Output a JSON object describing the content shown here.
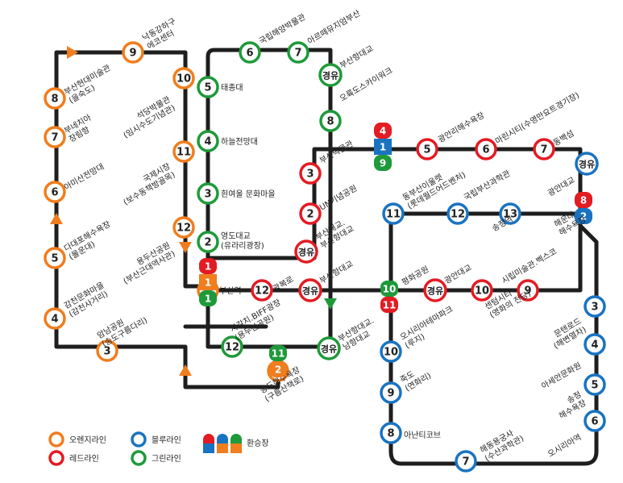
{
  "colors": {
    "orange": "#f07d1e",
    "red": "#e31b23",
    "blue": "#1a73c1",
    "green": "#1e9a3a",
    "track": "#1e1e1e"
  },
  "legend": {
    "orange": "오렌지라인",
    "red": "레드라인",
    "blue": "블루라인",
    "green": "그린라인",
    "transfer": "환승장"
  },
  "via_label": "경유",
  "stations": [
    {
      "id": "o1",
      "line": "orange",
      "num": "1",
      "name": "부산역"
    },
    {
      "id": "o2",
      "line": "orange",
      "num": "2",
      "name": "송도해수욕장\n(구름산책로)"
    },
    {
      "id": "o3",
      "line": "orange",
      "num": "3",
      "name": "암남공원\n(송도구름다리)"
    },
    {
      "id": "o4",
      "line": "orange",
      "num": "4",
      "name": "감천문화마을\n(감천사거리)"
    },
    {
      "id": "o5",
      "line": "orange",
      "num": "5",
      "name": "다대포해수욕장\n(몰운대)"
    },
    {
      "id": "o6",
      "line": "orange",
      "num": "6",
      "name": "아미산전망대"
    },
    {
      "id": "o7",
      "line": "orange",
      "num": "7",
      "name": "부네치아\n장림항"
    },
    {
      "id": "o8",
      "line": "orange",
      "num": "8",
      "name": "부산현대미술관\n(을숙도)"
    },
    {
      "id": "o9",
      "line": "orange",
      "num": "9",
      "name": "낙동강하구\n에코센터"
    },
    {
      "id": "o10",
      "line": "orange",
      "num": "10",
      "name": "석당박물관\n(임시수도기념관)"
    },
    {
      "id": "o11",
      "line": "orange",
      "num": "11",
      "name": "국제시장\n(보수동책방골목)"
    },
    {
      "id": "o12",
      "line": "orange",
      "num": "12",
      "name": "용두산공원\n(부산근대역사관)"
    },
    {
      "id": "r2",
      "line": "red",
      "num": "2",
      "name": "UN기념공원"
    },
    {
      "id": "r3",
      "line": "red",
      "num": "3",
      "name": "부산박물관"
    },
    {
      "id": "r5",
      "line": "red",
      "num": "5",
      "name": "광안리해수욕장"
    },
    {
      "id": "r6",
      "line": "red",
      "num": "6",
      "name": "마린시티(수영만요트경기장)"
    },
    {
      "id": "r7",
      "line": "red",
      "num": "7",
      "name": "동백섬"
    },
    {
      "id": "r9",
      "line": "red",
      "num": "9",
      "name": "시립미술관.벡스코"
    },
    {
      "id": "r10",
      "line": "red",
      "num": "10",
      "name": "센텀시티\n(영화의 전당)"
    },
    {
      "id": "r12",
      "line": "red",
      "num": "12",
      "name": "광복로"
    },
    {
      "id": "b3",
      "line": "blue",
      "num": "3",
      "name": "문텐로드\n(해변열차)"
    },
    {
      "id": "b4",
      "line": "blue",
      "num": "4",
      "name": ""
    },
    {
      "id": "b5",
      "line": "blue",
      "num": "5",
      "name": "송정\n해수욕장"
    },
    {
      "id": "b6",
      "line": "blue",
      "num": "6",
      "name": "오시리아역"
    },
    {
      "id": "b7",
      "line": "blue",
      "num": "7",
      "name": "해동용궁사\n(수산과학관)"
    },
    {
      "id": "b8",
      "line": "blue",
      "num": "8",
      "name": "아난티코브"
    },
    {
      "id": "b9",
      "line": "blue",
      "num": "9",
      "name": "죽도\n(연화리)"
    },
    {
      "id": "b10",
      "line": "blue",
      "num": "10",
      "name": "오시리아테마파크\n(루지)"
    },
    {
      "id": "b11",
      "line": "blue",
      "num": "11",
      "name": "동부산이울렛\n(롯데월드어드벤처)"
    },
    {
      "id": "b12",
      "line": "blue",
      "num": "12",
      "name": "국립부산과학관"
    },
    {
      "id": "b13",
      "line": "blue",
      "num": "13",
      "name": "송정역"
    },
    {
      "id": "b_extra",
      "line": "blue",
      "num": "",
      "name": "아세안문화원"
    },
    {
      "id": "g2",
      "line": "green",
      "num": "2",
      "name": "영도대교\n(유라리광장)"
    },
    {
      "id": "g3",
      "line": "green",
      "num": "3",
      "name": "흰여울 문화마을"
    },
    {
      "id": "g4",
      "line": "green",
      "num": "4",
      "name": "하늘전망대"
    },
    {
      "id": "g5",
      "line": "green",
      "num": "5",
      "name": "태종대"
    },
    {
      "id": "g6",
      "line": "green",
      "num": "6",
      "name": "국립해양박물관"
    },
    {
      "id": "g7",
      "line": "green",
      "num": "7",
      "name": "아르떼뮤지엄부산"
    },
    {
      "id": "g8",
      "line": "green",
      "num": "8",
      "name": "오륙도스카이워크"
    },
    {
      "id": "g12",
      "line": "green",
      "num": "12",
      "name": "자갈치.BIFF광장\n(용두산공원)"
    },
    {
      "id": "gy1",
      "line": "green",
      "num": "",
      "name": "부산항대교"
    },
    {
      "id": "gy2",
      "line": "red",
      "num": "",
      "name": "부산대교.\n부산항대교"
    },
    {
      "id": "gy3",
      "line": "red",
      "num": "",
      "name": "부산항대교"
    },
    {
      "id": "gy4",
      "line": "red",
      "num": "",
      "name": "광안대교"
    },
    {
      "id": "gy5",
      "line": "green",
      "num": "",
      "name": "부산항대교.\n남항대교"
    },
    {
      "id": "gy6",
      "line": "blue",
      "num": "",
      "name": "광안대교"
    }
  ],
  "transfers": [
    {
      "id": "t_busan",
      "nums": [
        "1",
        "1",
        "1"
      ],
      "colors": [
        "red",
        "orange",
        "green"
      ]
    },
    {
      "id": "t_museum",
      "nums": [
        "4",
        "1",
        "9"
      ],
      "colors": [
        "red",
        "blue",
        "green"
      ]
    },
    {
      "id": "t_haeundae",
      "nums": [
        "8",
        "2"
      ],
      "colors": [
        "red",
        "blue"
      ],
      "name": "해운대\n해수욕장"
    },
    {
      "id": "t_pyeonghwa",
      "nums": [
        "10",
        "11"
      ],
      "colors": [
        "green",
        "red"
      ],
      "name": "평화공원"
    },
    {
      "id": "t_songdo",
      "nums": [
        "11",
        "2"
      ],
      "colors": [
        "green",
        "orange"
      ]
    }
  ]
}
